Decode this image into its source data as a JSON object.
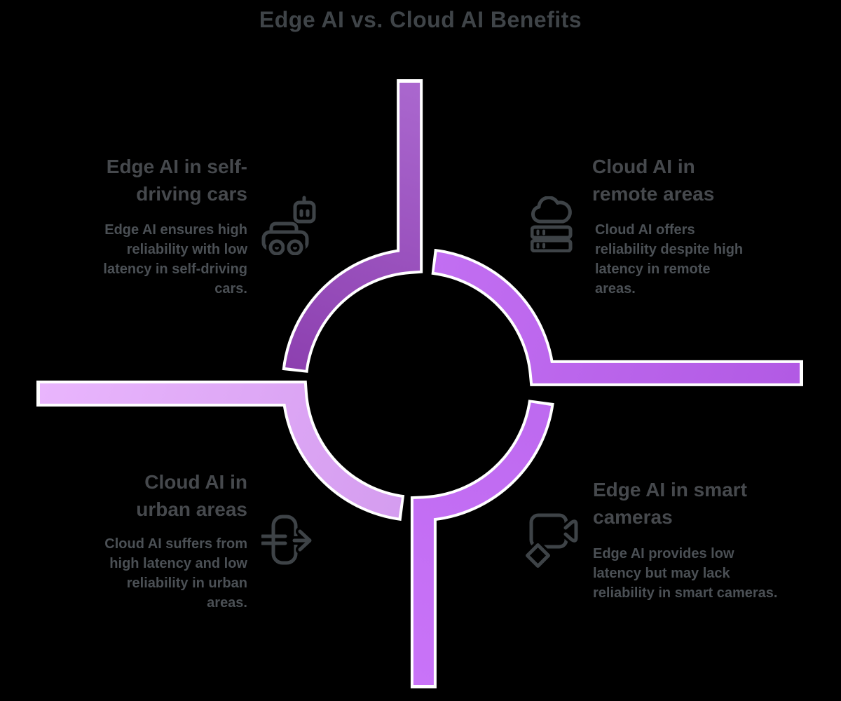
{
  "title": "Edge AI vs. Cloud AI Benefits",
  "colors": {
    "bg": "#000000",
    "title_color": "#3F4448",
    "heading_color": "#46494D",
    "body_color": "#4B5055",
    "icon_stroke": "#3E4347",
    "outline": "#FFFFFF"
  },
  "quadrants": [
    {
      "id": "top-left",
      "heading": "Edge AI in self-\ndriving cars",
      "body": "Edge AI ensures high\nreliability with low\nlatency in self-driving\ncars.",
      "icon": "self-driving-car-icon",
      "align": "right"
    },
    {
      "id": "top-right",
      "heading": "Cloud AI in\nremote areas",
      "body": "Cloud AI offers\nreliability despite high\nlatency in remote\nareas.",
      "icon": "cloud-server-icon",
      "align": "left"
    },
    {
      "id": "bottom-left",
      "heading": "Cloud AI in\nurban areas",
      "body": "Cloud AI suffers from\nhigh latency and low\nreliability in urban\nareas.",
      "icon": "data-transfer-icon",
      "align": "right"
    },
    {
      "id": "bottom-right",
      "heading": "Edge AI in smart\ncameras",
      "body": "Edge AI provides low\nlatency but may lack\nreliability in smart cameras.",
      "icon": "smart-camera-icon",
      "align": "left"
    }
  ],
  "diagram": {
    "type": "circular-flow",
    "segments": [
      {
        "name": "top-arm-and-top-left-arc",
        "color_start": "#AA67CE",
        "color_end": "#8C3FAF"
      },
      {
        "name": "right-arm-and-top-right-arc",
        "color_start": "#B25AE4",
        "color_end": "#C26FF2"
      },
      {
        "name": "bottom-arm-and-bottom-right-arc",
        "color_start": "#C973F8",
        "color_end": "#BD69EF"
      },
      {
        "name": "left-arm-and-bottom-left-arc",
        "color_start": "#E9B5FD",
        "color_end": "#D49CEF"
      }
    ]
  }
}
